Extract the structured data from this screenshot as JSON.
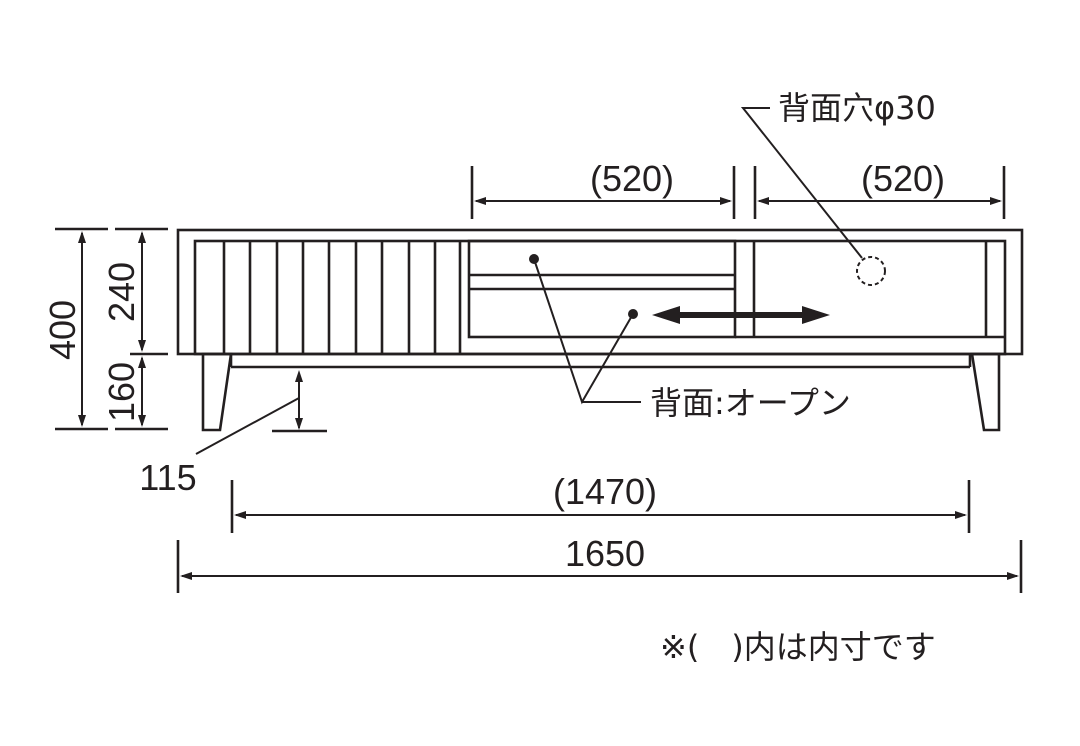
{
  "diagram": {
    "title": "TV board dimension drawing (front view)",
    "line_color": "#231f20",
    "background": "#ffffff"
  },
  "dimensions": {
    "total_height": "400",
    "body_height": "240",
    "leg_height": "160",
    "floor_clearance": "115",
    "inner_width_left": "(520)",
    "inner_width_right": "(520)",
    "inner_leg_span": "(1470)",
    "total_width": "1650"
  },
  "annotations": {
    "back_hole": "背面穴φ30",
    "back_open": "背面:オープン",
    "note": "※(　)内は内寸です"
  },
  "legend": {
    "slide_arrow": "double-headed arrow indicating sliding door direction"
  }
}
